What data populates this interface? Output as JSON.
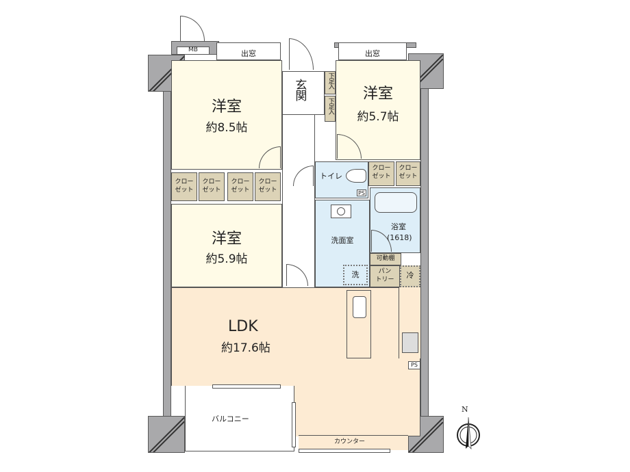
{
  "floorplan": {
    "rooms": {
      "western_room_1": {
        "name": "洋室",
        "size": "約8.5帖"
      },
      "western_room_2": {
        "name": "洋室",
        "size": "約5.7帖"
      },
      "western_room_3": {
        "name": "洋室",
        "size": "約5.9帖"
      },
      "ldk": {
        "name": "LDK",
        "size": "約17.6帖"
      },
      "entrance": {
        "name": "玄関"
      },
      "toilet": {
        "name": "トイレ"
      },
      "washroom": {
        "name": "洗面室"
      },
      "bathroom": {
        "name": "浴室",
        "size": "(1618)"
      },
      "balcony": {
        "name": "バルコニー"
      }
    },
    "fixtures": {
      "mb": "MB",
      "bay_window_left": "出窓",
      "bay_window_right": "出窓",
      "shoe_box_1": "下足入",
      "shoe_box_2": "下足入",
      "closet_label_top": "クロー",
      "closet_label_bottom": "ゼット",
      "ps": "PS",
      "washer": "洗",
      "movable_shelf": "可動棚",
      "pantry_top": "パン",
      "pantry_bottom": "トリー",
      "fridge": "冷",
      "counter": "カウンター"
    },
    "compass": {
      "north": "N"
    },
    "colors": {
      "wall": "#a9a9ab",
      "bedroom": "#fffbe7",
      "ldk": "#fdebd3",
      "wet_area": "#ddeef8",
      "storage": "#dcd3b7"
    }
  }
}
